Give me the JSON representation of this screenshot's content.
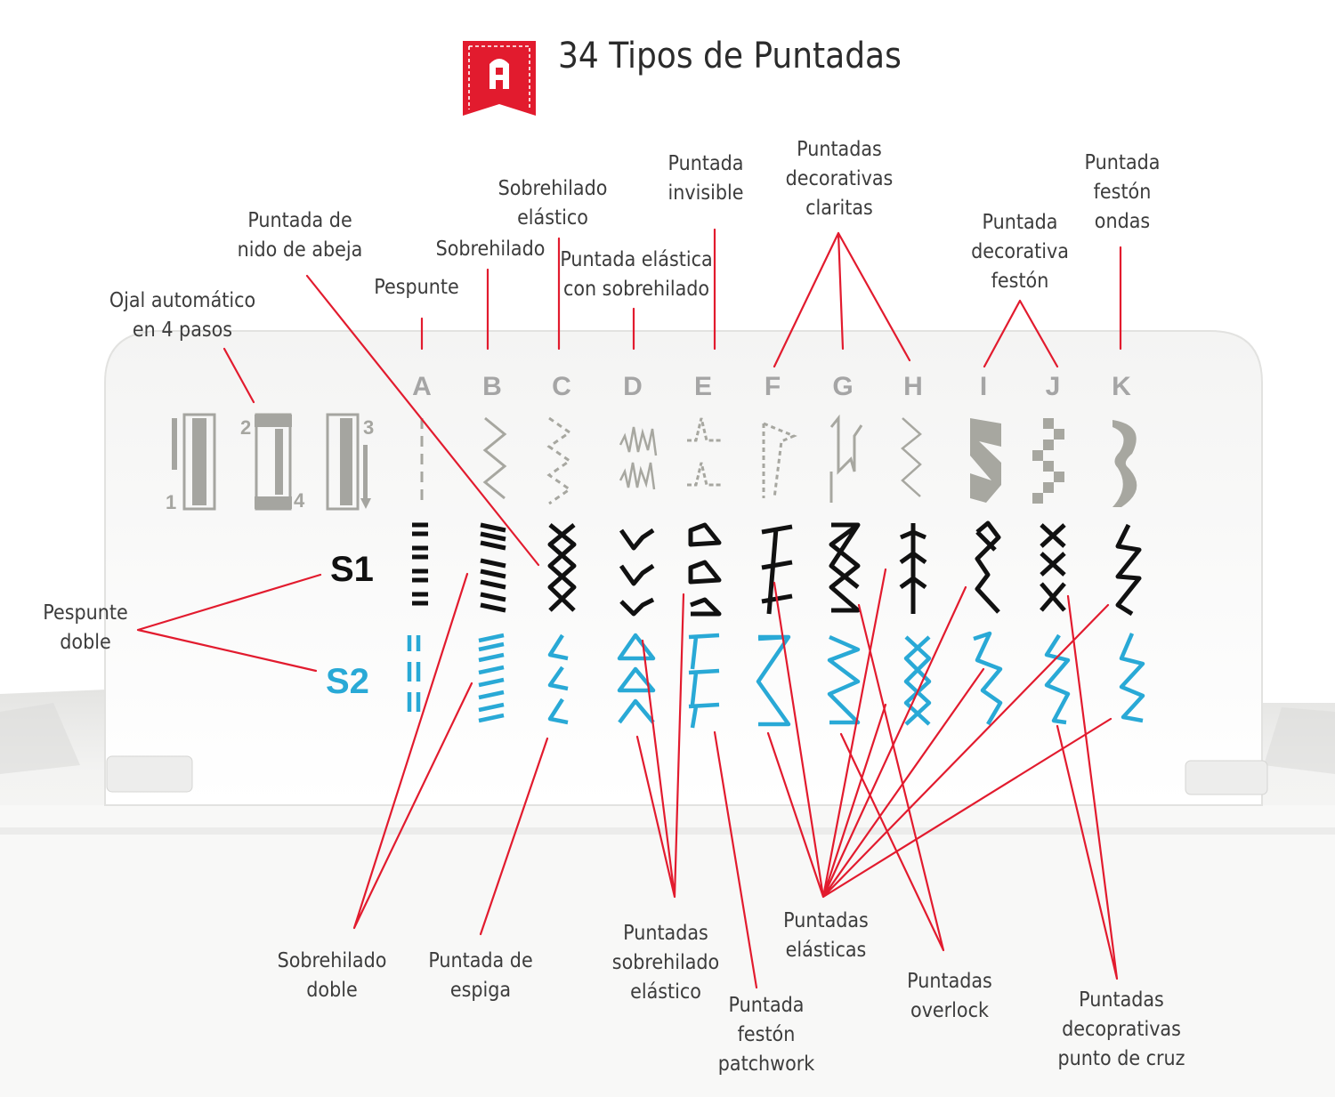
{
  "header": {
    "title": "34 Tipos de Puntadas",
    "logo_icon": "stitch-letter-a-badge-icon",
    "accent_color": "#e21b2e"
  },
  "columns": [
    "A",
    "B",
    "C",
    "D",
    "E",
    "F",
    "G",
    "H",
    "I",
    "J",
    "K"
  ],
  "buttonhole": {
    "numbers": [
      "1",
      "2",
      "3",
      "4"
    ]
  },
  "rows": {
    "s1": "S1",
    "s2": "S2"
  },
  "colors": {
    "s1": "#111111",
    "s2": "#29a9d6",
    "pattern_gray": "#a7a7a0",
    "line": "#e21b2e"
  },
  "labels": {
    "ojal": [
      "Ojal automático",
      "en 4 pasos"
    ],
    "nido": [
      "Puntada de",
      "nido de abeja"
    ],
    "pespunte": [
      "Pespunte"
    ],
    "sobrehilado": [
      "Sobrehilado"
    ],
    "sobrehilado_elastico": [
      "Sobrehilado",
      "elástico"
    ],
    "elastica_sobrehilado": [
      "Puntada elástica",
      "con sobrehilado"
    ],
    "invisible": [
      "Puntada",
      "invisible"
    ],
    "decorativas_claritas": [
      "Puntadas",
      "decorativas",
      "claritas"
    ],
    "decorativa_feston": [
      "Puntada",
      "decorativa",
      "festón"
    ],
    "feston_ondas": [
      "Puntada",
      "festón",
      "ondas"
    ],
    "pespunte_doble": [
      "Pespunte",
      "doble"
    ],
    "sobrehilado_doble": [
      "Sobrehilado",
      "doble"
    ],
    "espiga": [
      "Puntada de",
      "espiga"
    ],
    "sobrehilado_elastico_plural": [
      "Puntadas",
      "sobrehilado",
      "elástico"
    ],
    "feston_patchwork": [
      "Puntada",
      "festón",
      "patchwork"
    ],
    "elasticas": [
      "Puntadas",
      "elásticas"
    ],
    "overlock": [
      "Puntadas",
      "overlock"
    ],
    "punto_cruz": [
      "Puntadas",
      "decoprativas",
      "punto de cruz"
    ]
  }
}
